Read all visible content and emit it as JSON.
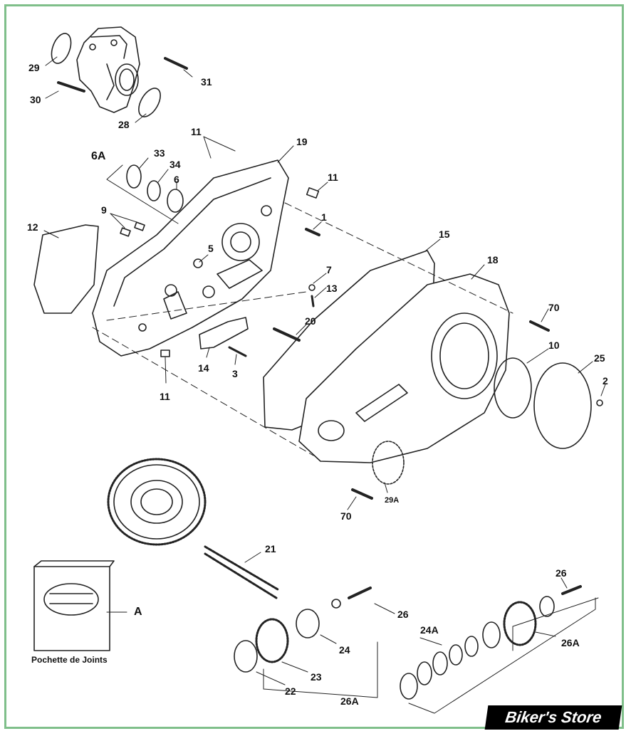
{
  "diagram": {
    "pouch_label": "Pochette de Joints",
    "brand_text": "Biker's Store",
    "callouts": {
      "c29": "29",
      "c30": "30",
      "c31": "31",
      "c28": "28",
      "c11a": "11",
      "c19": "19",
      "c33": "33",
      "c34": "34",
      "c6A": "6A",
      "c6": "6",
      "c11b": "11",
      "c9": "9",
      "c12": "12",
      "c1": "1",
      "c5": "5",
      "c15": "15",
      "c18": "18",
      "c7": "7",
      "c13": "13",
      "c70a": "70",
      "c20": "20",
      "c10": "10",
      "c25": "25",
      "c2": "2",
      "c14": "14",
      "c3": "3",
      "c11c": "11",
      "c29A": "29A",
      "c70b": "70",
      "c21": "21",
      "cA": "A",
      "c26a": "26",
      "c26b": "26",
      "c24A": "24A",
      "c24": "24",
      "c26A_right": "26A",
      "c23": "23",
      "c22": "22",
      "c26A_bottom": "26A"
    }
  }
}
